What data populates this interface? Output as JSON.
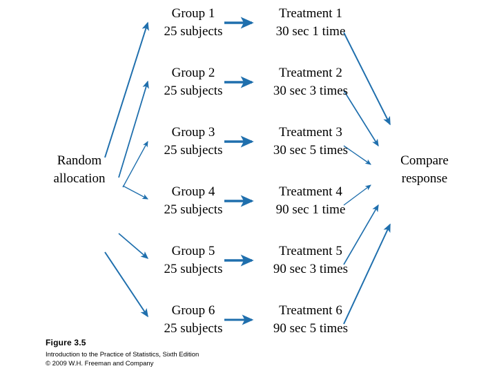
{
  "figure": {
    "caption_title": "Figure 3.5",
    "caption_book": "Introduction to the Practice of Statistics, Sixth Edition",
    "caption_copyright": "© 2009 W.H. Freeman and Company",
    "arrow_color": "#1F6FAD",
    "text_color": "#000000",
    "background_color": "#FFFFFF"
  },
  "start_node": {
    "line1": "Random",
    "line2": "allocation"
  },
  "end_node": {
    "line1": "Compare",
    "line2": "response"
  },
  "rows": [
    {
      "group_line1": "Group 1",
      "group_line2": "25 subjects",
      "treatment_line1": "Treatment 1",
      "treatment_line2": "30 sec 1 time"
    },
    {
      "group_line1": "Group 2",
      "group_line2": "25 subjects",
      "treatment_line1": "Treatment 2",
      "treatment_line2": "30 sec 3 times"
    },
    {
      "group_line1": "Group 3",
      "group_line2": "25 subjects",
      "treatment_line1": "Treatment 3",
      "treatment_line2": "30 sec 5 times"
    },
    {
      "group_line1": "Group 4",
      "group_line2": "25 subjects",
      "treatment_line1": "Treatment 4",
      "treatment_line2": "90 sec 1 time"
    },
    {
      "group_line1": "Group 5",
      "group_line2": "25 subjects",
      "treatment_line1": "Treatment 5",
      "treatment_line2": "90 sec 3 times"
    },
    {
      "group_line1": "Group 6",
      "group_line2": "25 subjects",
      "treatment_line1": "Treatment 6",
      "treatment_line2": "90 sec 5 times"
    }
  ]
}
